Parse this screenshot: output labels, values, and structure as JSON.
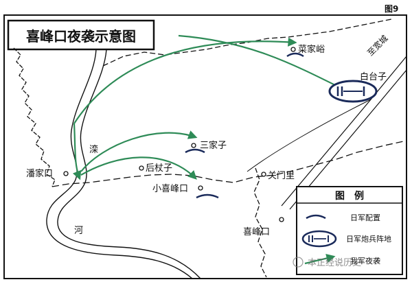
{
  "figure": {
    "number": "图9",
    "title": "喜峰口夜袭示意图"
  },
  "places": {
    "caijiayu": "菜家峪",
    "baitaizi": "白台子",
    "sanjiazi": "三家子",
    "houzhangzi": "后杖子",
    "xiaoxifengkou": "小喜峰口",
    "guanmenli": "关门里",
    "panjiakou": "潘家口",
    "xifengkou": "喜峰口",
    "to_kuancheng": "至宽城"
  },
  "rivers": {
    "luan": "滦",
    "he": "河"
  },
  "legend": {
    "title": "图　例",
    "items": [
      {
        "label": "日军配置",
        "symbol": "arc-icon"
      },
      {
        "label": "日军炮兵阵地",
        "symbol": "artillery-icon"
      },
      {
        "label": "我军夜袭",
        "symbol": "green-arrow-icon"
      }
    ]
  },
  "watermark": "本正经说历史",
  "colors": {
    "route": "#2e8b57",
    "enemy": "#1a2a5a"
  }
}
